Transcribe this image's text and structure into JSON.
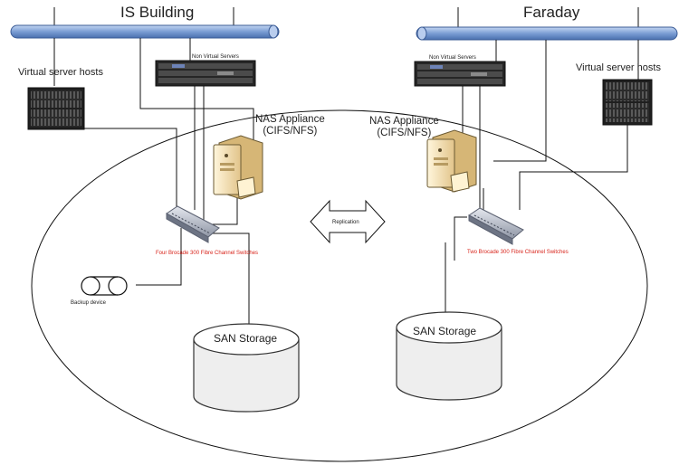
{
  "sites": {
    "left": {
      "name": "IS Building",
      "virtual_hosts": "Virtual server hosts",
      "non_virtual": "Non Virtual Servers",
      "nas_line1": "NAS Appliance",
      "nas_line2": "(CIFS/NFS)",
      "switches": "Four Brocade 300 Fibre Channel Switches",
      "backup": "Backup device",
      "san": "SAN Storage"
    },
    "right": {
      "name": "Faraday",
      "virtual_hosts": "Virtual server hosts",
      "non_virtual": "Non Virtual Servers",
      "nas_line1": "NAS Appliance",
      "nas_line2": "(CIFS/NFS)",
      "switches": "Two Brocade 300 Fibre Channel Switches",
      "san": "SAN Storage"
    }
  },
  "replication": "Replication",
  "colors": {
    "network_bus": "#7a9dd4",
    "rack": "#2b2b2b",
    "nas_body": "#f3deb0",
    "switch": "#b7bcc8",
    "label_red": "#d8251c",
    "line": "#111111"
  },
  "icons": [
    "network-bus-icon",
    "rack-server-icon",
    "nas-server-icon",
    "fc-switch-icon",
    "tape-backup-icon",
    "disk-storage-icon",
    "replication-arrow-icon"
  ]
}
